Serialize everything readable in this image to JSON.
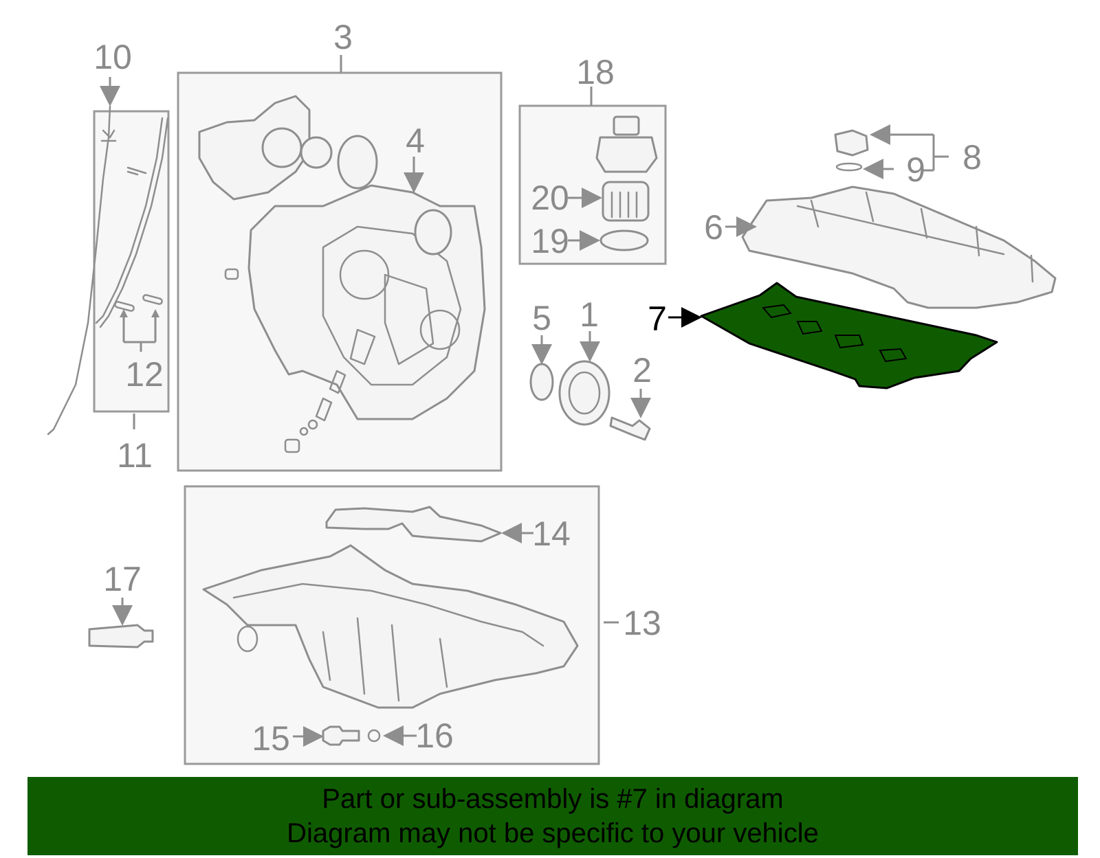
{
  "highlight_color": "#0f5c00",
  "callouts": [
    {
      "id": "1",
      "label": "1"
    },
    {
      "id": "2",
      "label": "2"
    },
    {
      "id": "3",
      "label": "3"
    },
    {
      "id": "4",
      "label": "4"
    },
    {
      "id": "5",
      "label": "5"
    },
    {
      "id": "6",
      "label": "6"
    },
    {
      "id": "7",
      "label": "7",
      "highlighted": true
    },
    {
      "id": "8",
      "label": "8"
    },
    {
      "id": "9",
      "label": "9"
    },
    {
      "id": "10",
      "label": "10"
    },
    {
      "id": "11",
      "label": "11"
    },
    {
      "id": "12",
      "label": "12"
    },
    {
      "id": "13",
      "label": "13"
    },
    {
      "id": "14",
      "label": "14"
    },
    {
      "id": "15",
      "label": "15"
    },
    {
      "id": "16",
      "label": "16"
    },
    {
      "id": "17",
      "label": "17"
    },
    {
      "id": "18",
      "label": "18"
    },
    {
      "id": "19",
      "label": "19"
    },
    {
      "id": "20",
      "label": "20"
    }
  ],
  "footer": {
    "line1": "Part or sub-assembly is #7 in diagram",
    "line2": "Diagram may not be specific to your vehicle"
  }
}
